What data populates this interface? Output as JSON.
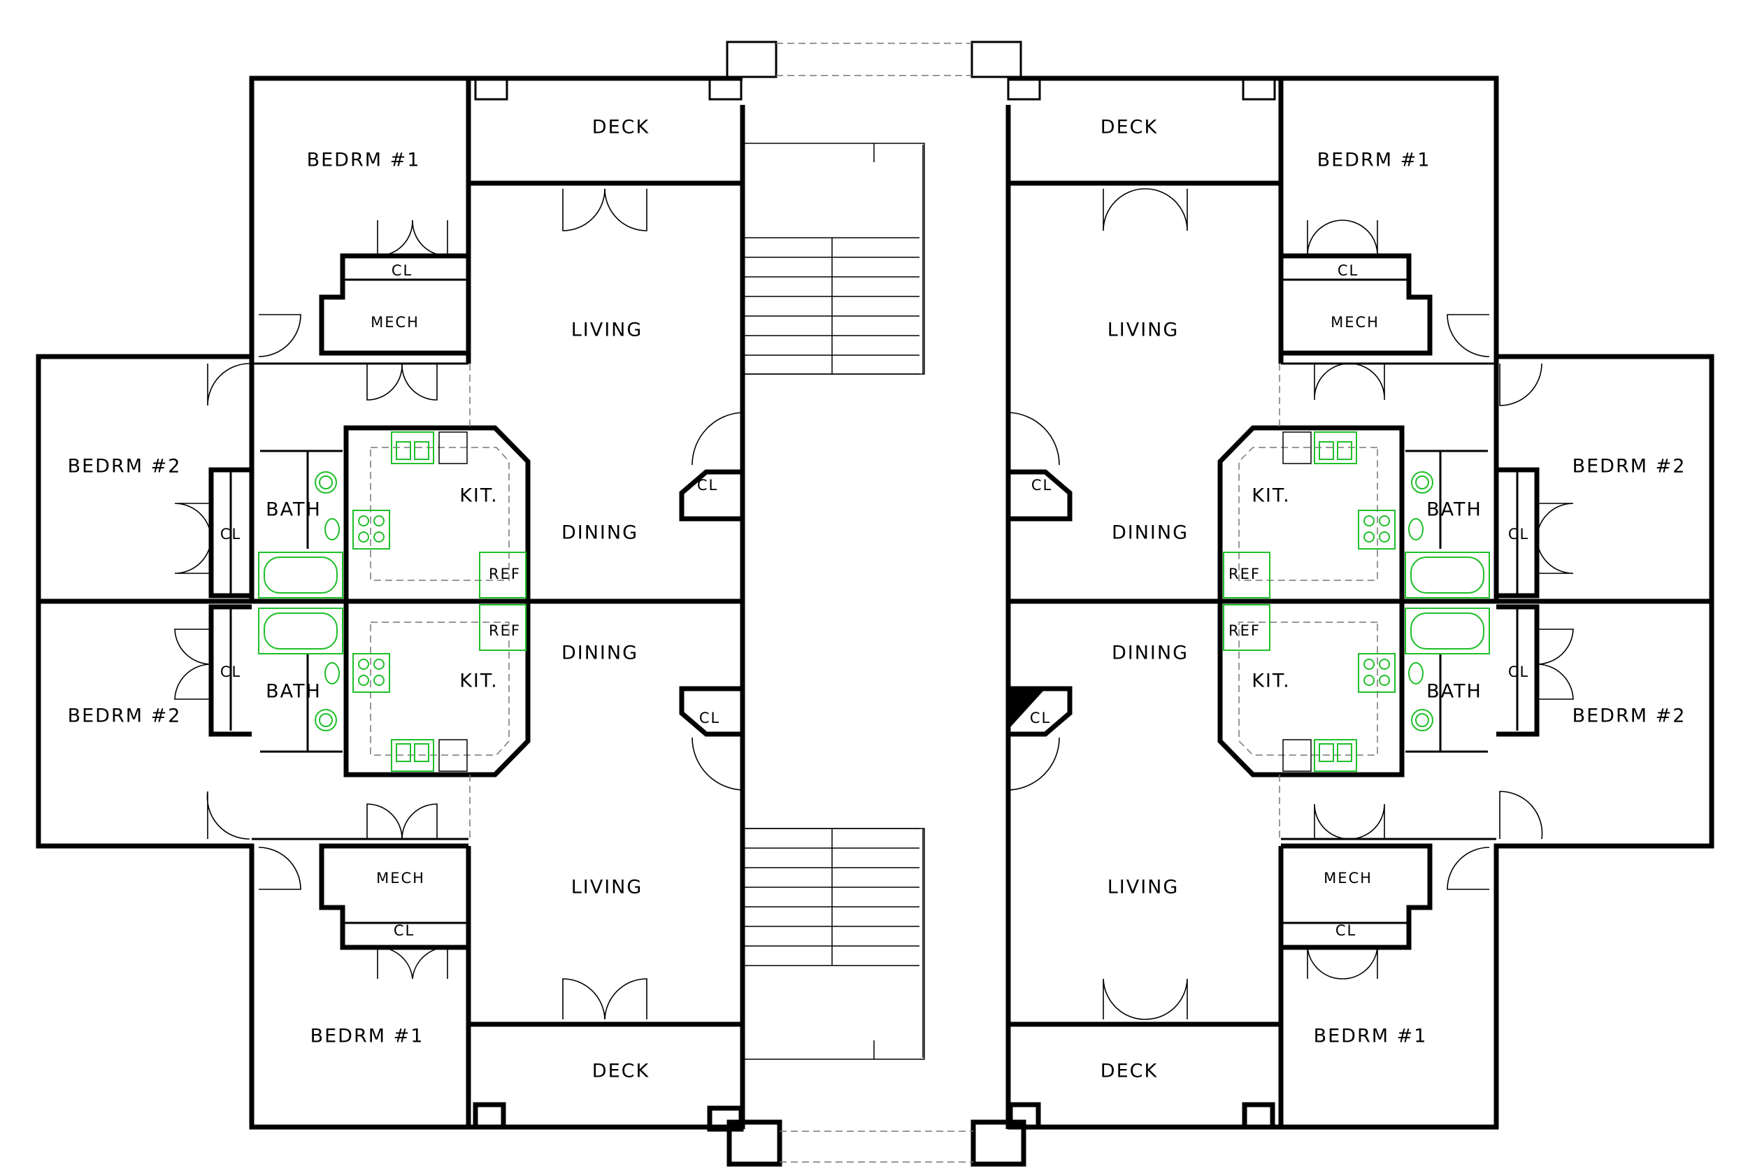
{
  "labels": {
    "deck": "DECK",
    "bedrm1": "BEDRM #1",
    "bedrm2": "BEDRM #2",
    "cl": "CL",
    "mech": "MECH",
    "living": "LIVING",
    "dining": "DINING",
    "kit": "KIT.",
    "bath": "BATH",
    "ref": "REF"
  },
  "colors": {
    "walls": "#000000",
    "fixtures": "#1fbf2a",
    "dashed": "#777777"
  },
  "icons": [
    "door-swing-icon",
    "toilet-icon",
    "bathtub-icon",
    "stove-icon",
    "sink-icon",
    "stair-icon"
  ]
}
